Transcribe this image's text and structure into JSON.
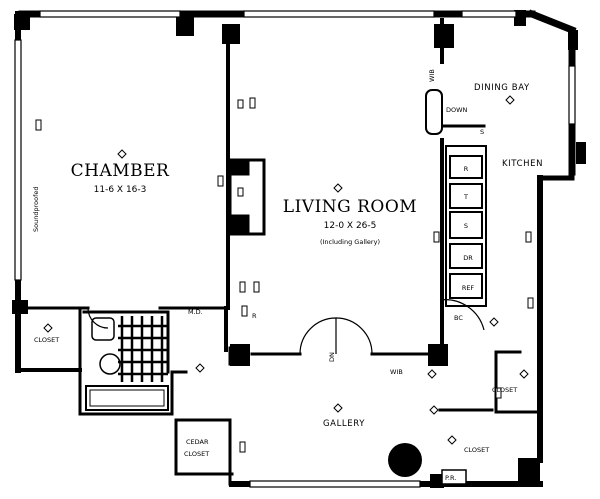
{
  "rooms": {
    "chamber": {
      "name": "CHAMBER",
      "dims": "11-6 X 16-3"
    },
    "living_room": {
      "name": "LIVING ROOM",
      "dims": "12-0 X 26-5",
      "note": "(Including Gallery)"
    },
    "dining_bay": {
      "name": "DINING BAY"
    },
    "kitchen": {
      "name": "KITCHEN"
    },
    "gallery": {
      "name": "GALLERY"
    },
    "closet_chamber": {
      "name": "CLOSET"
    },
    "closet_right": {
      "name": "CLOSET"
    },
    "closet_gallery": {
      "name": "CLOSET"
    },
    "cedar_closet": {
      "line1": "CEDAR",
      "line2": "CLOSET"
    }
  },
  "labels": {
    "soundproofed": "Soundproofed",
    "md": "M.D.",
    "wib_top": "WIB",
    "wib_bottom": "WIB",
    "down": "DOWN",
    "s_marker": "S",
    "bc": "BC",
    "pr": "P.R.",
    "dn": "DN",
    "r_marker": "R"
  },
  "kitchen_fixtures": [
    "R",
    "T",
    "S",
    "DR",
    "REF"
  ],
  "colors": {
    "ink": "#000000",
    "paper": "#ffffff"
  }
}
